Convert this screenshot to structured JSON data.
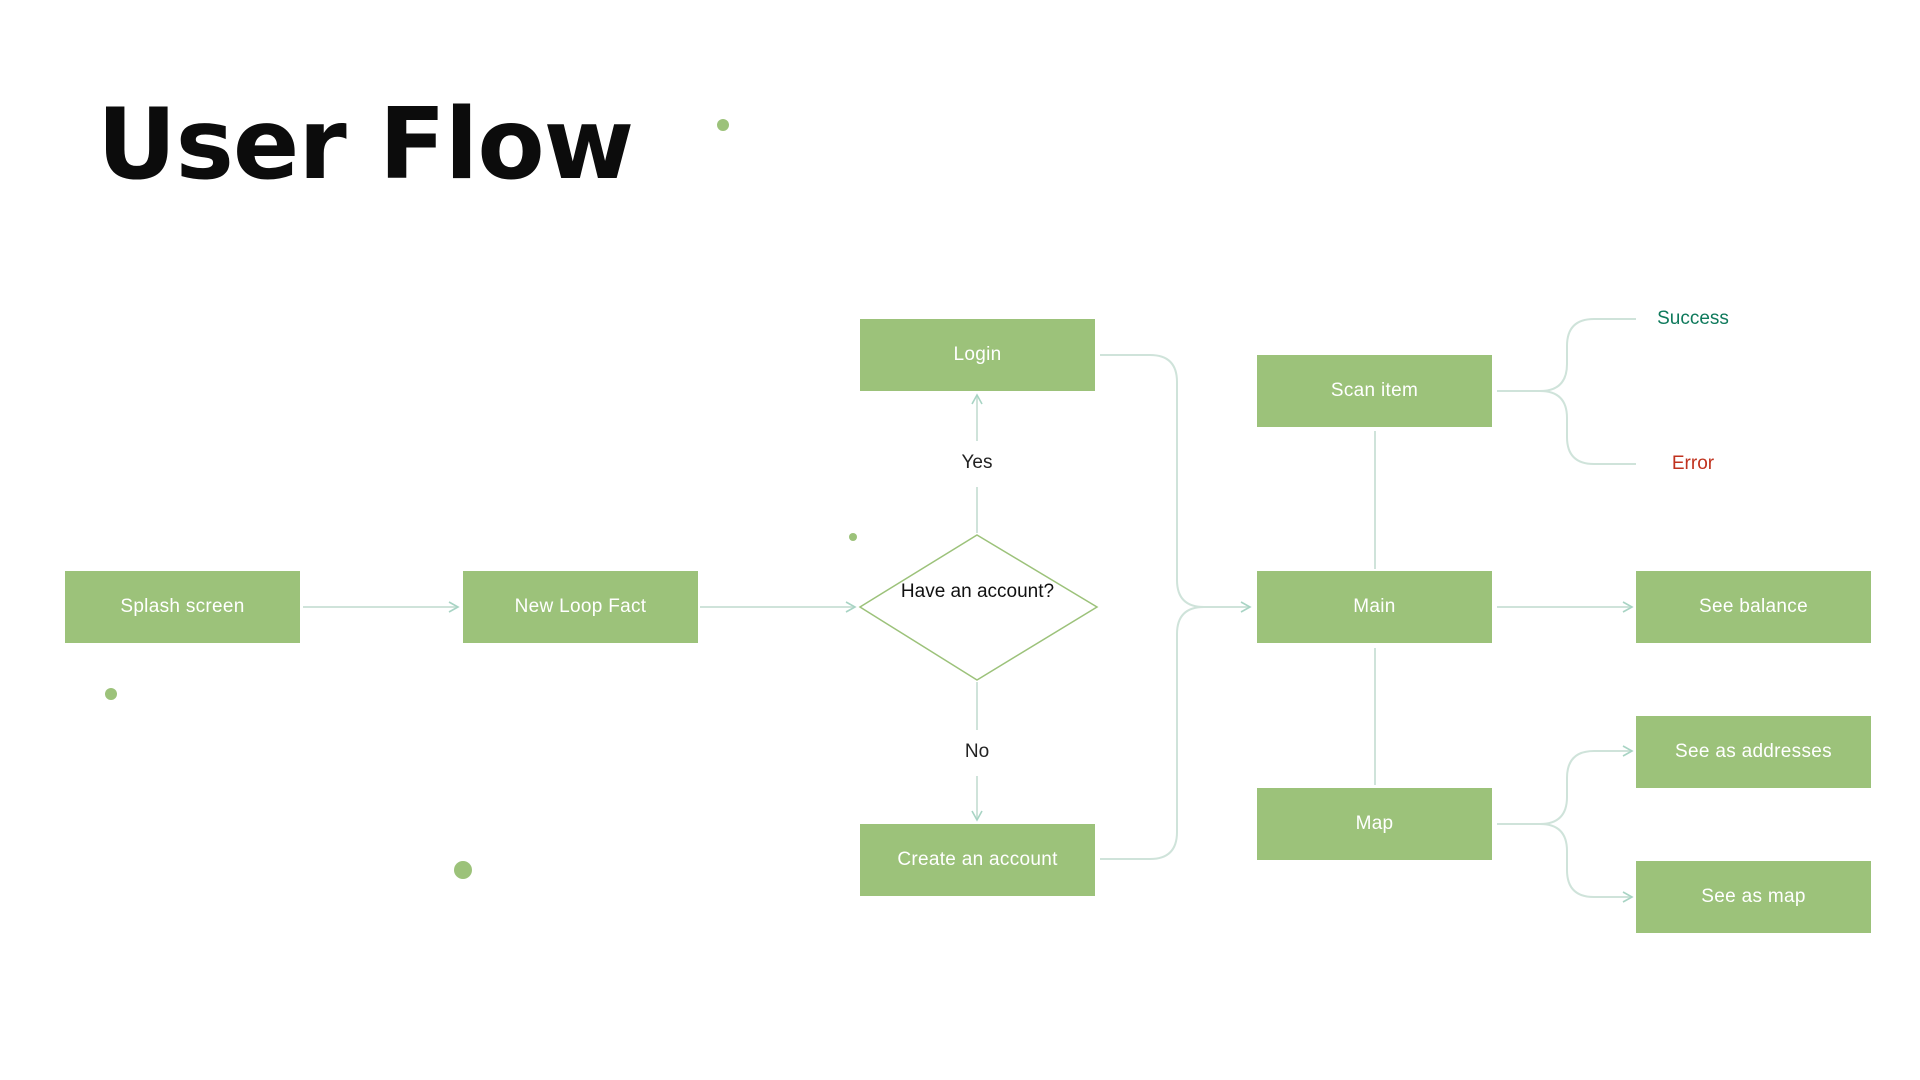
{
  "title": "User Flow",
  "nodes": {
    "splash": "Splash screen",
    "new_loop_fact": "New Loop Fact",
    "decision": "Have an account?",
    "login": "Login",
    "create_account": "Create an account",
    "main": "Main",
    "scan_item": "Scan item",
    "map": "Map",
    "see_balance": "See balance",
    "see_addresses": "See as addresses",
    "see_map": "See as map"
  },
  "edge_labels": {
    "yes": "Yes",
    "no": "No"
  },
  "outcomes": {
    "success": "Success",
    "error": "Error"
  },
  "colors": {
    "node_fill": "#9cc27a",
    "node_text": "#ffffff",
    "connector": "#cfe3da",
    "arrowhead": "#a8d4c4",
    "success": "#0f7a5c",
    "error": "#c0321e",
    "title": "#0c0c0c"
  }
}
